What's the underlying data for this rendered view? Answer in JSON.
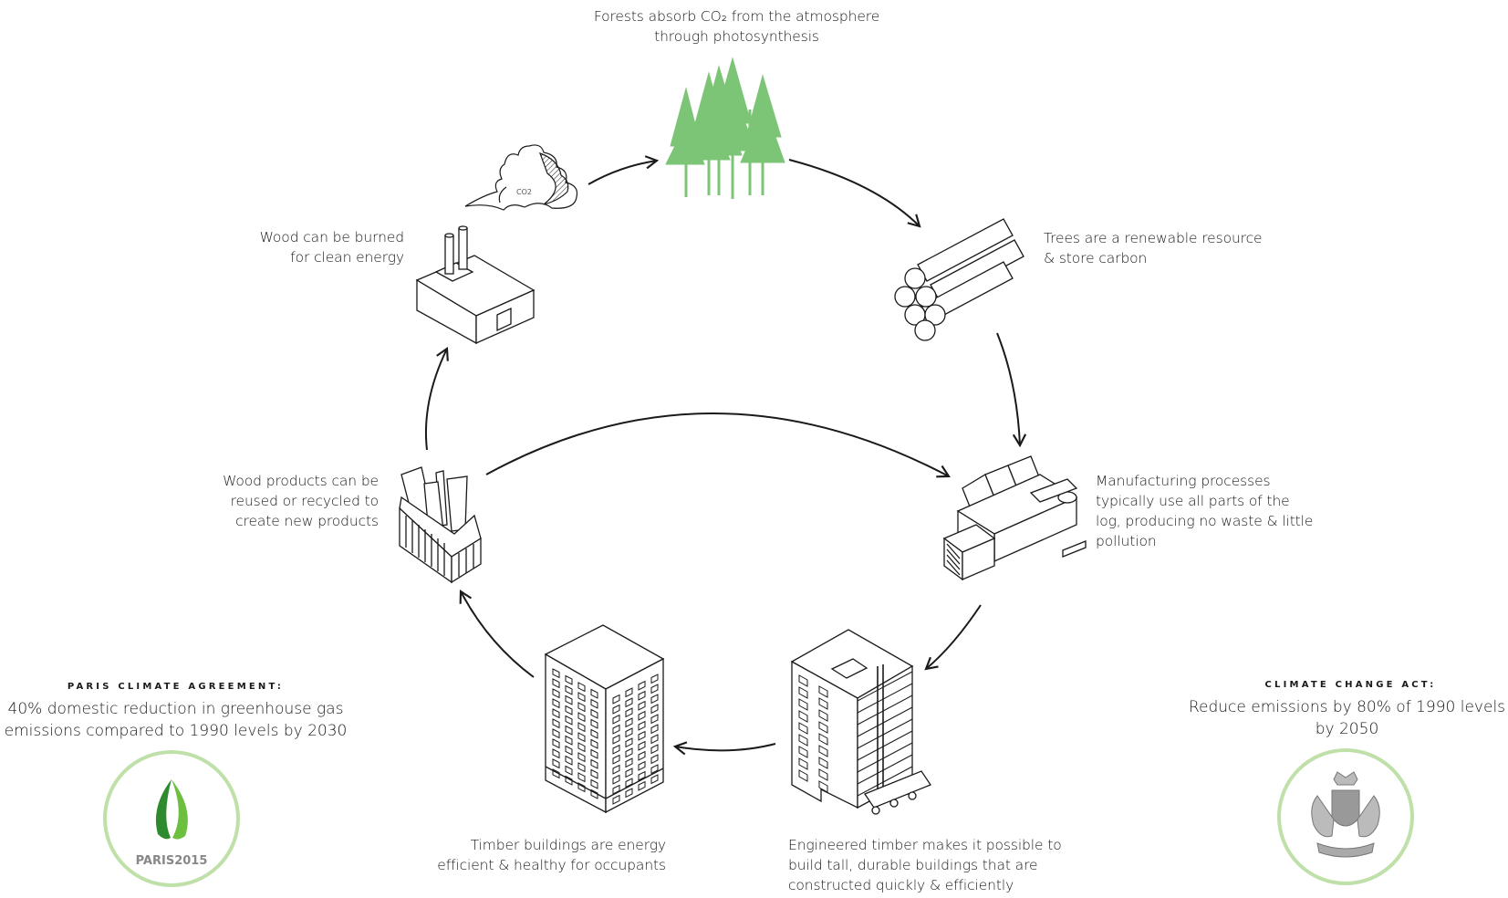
{
  "diagram": {
    "top": {
      "lines": [
        "Forests absorb CO₂ from the atmosphere",
        "through photosynthesis"
      ]
    },
    "logs": {
      "lines": [
        "Trees are a renewable resource",
        "& store carbon"
      ]
    },
    "factory_burn": {
      "lines": [
        "Wood can be burned",
        "for clean energy"
      ]
    },
    "cloud_label": "CO2",
    "manufacturing": {
      "lines": [
        "Manufacturing processes",
        "typically use all parts of the",
        "log, producing no waste & little",
        "pollution"
      ]
    },
    "recycle": {
      "lines": [
        "Wood products can be",
        "reused or recycled to",
        "create new products"
      ]
    },
    "engineered": {
      "lines": [
        "Engineered timber makes it possible to",
        "build tall, durable buildings that are",
        "constructed quickly & efficiently"
      ]
    },
    "timber_buildings": {
      "lines": [
        "Timber buildings are energy",
        "efficient & healthy for occupants"
      ]
    }
  },
  "paris": {
    "kicker": "PARIS CLIMATE AGREEMENT:",
    "lines": [
      "40% domestic reduction in greenhouse gas",
      "emissions compared to 1990 levels by 2030"
    ],
    "logo_text": "PARIS2015"
  },
  "climate_act": {
    "kicker": "CLIMATE CHANGE ACT:",
    "lines": [
      "Reduce emissions by 80% of 1990 levels",
      "by 2050"
    ]
  },
  "colors": {
    "tree_green": "#7cc576",
    "badge_ring": "#bfe0a9",
    "ink": "#1a1a1a"
  },
  "icons": [
    "cloud-icon",
    "forest-icon",
    "logs-icon",
    "factory-icon",
    "sawmill-icon",
    "container-icon",
    "tower-building-icon",
    "construction-building-icon",
    "paris-leaf-logo",
    "royal-coat-of-arms-icon"
  ]
}
